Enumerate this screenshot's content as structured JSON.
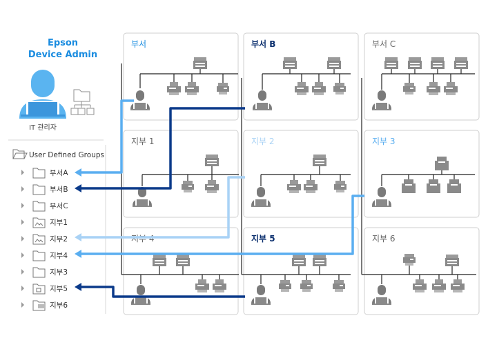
{
  "app": {
    "title_line1": "Epson",
    "title_line2": "Device Admin",
    "admin_label": "IT 관리자",
    "tree_root": "User Defined Groups"
  },
  "colors": {
    "accent": "#1a8ce0",
    "navy": "#003a8c",
    "light_blue": "#a9d2f5",
    "mid_blue": "#5aaef0",
    "device_gray": "#8f8f8f",
    "box_border": "#cfcfcf",
    "text_gray": "#555555"
  },
  "tree": {
    "items": [
      {
        "label": "부서A",
        "icon": "folder-icon",
        "arrow": "mid-blue"
      },
      {
        "label": "부서B",
        "icon": "folder-icon",
        "arrow": "navy"
      },
      {
        "label": "부서C",
        "icon": "folder-icon",
        "arrow": "none"
      },
      {
        "label": "지부1",
        "icon": "image-folder-icon",
        "arrow": "none"
      },
      {
        "label": "지부2",
        "icon": "image-folder-icon",
        "arrow": "light-blue"
      },
      {
        "label": "지부4",
        "icon": "folder-icon",
        "arrow": "mid-blue"
      },
      {
        "label": "지부3",
        "icon": "folder-icon",
        "arrow": "none"
      },
      {
        "label": "지부5",
        "icon": "lock-folder-icon",
        "arrow": "navy"
      },
      {
        "label": "지부6",
        "icon": "stack-folder-icon",
        "arrow": "none"
      }
    ]
  },
  "groups": [
    {
      "name": "부서",
      "title_color": "#1a8ce0"
    },
    {
      "name": "부서 B",
      "title_color": "#0b2f6e"
    },
    {
      "name": "부서 C",
      "title_color": "#666666"
    },
    {
      "name": "지부 1",
      "title_color": "#666666"
    },
    {
      "name": "지부 2",
      "title_color": "#a9d2f5"
    },
    {
      "name": "지부 3",
      "title_color": "#5aaef0"
    },
    {
      "name": "지부 4",
      "title_color": "#666666"
    },
    {
      "name": "지부 5",
      "title_color": "#0b2f6e"
    },
    {
      "name": "지부 6",
      "title_color": "#666666"
    }
  ]
}
